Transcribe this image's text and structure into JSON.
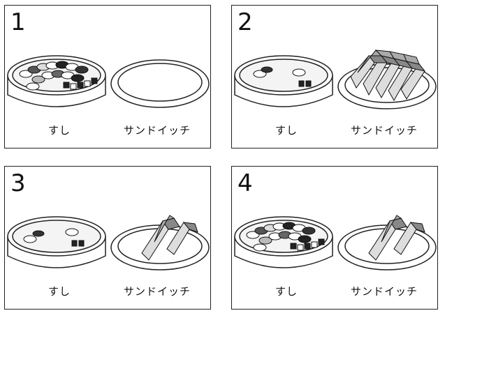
{
  "panels": [
    {
      "number": "1",
      "sushi_label": "すし",
      "sandwich_label": "サンドイッチ",
      "sushi_amount": "full",
      "sandwich_amount": "none"
    },
    {
      "number": "2",
      "sushi_label": "すし",
      "sandwich_label": "サンドイッチ",
      "sushi_amount": "few",
      "sandwich_amount": "many"
    },
    {
      "number": "3",
      "sushi_label": "すし",
      "sandwich_label": "サンドイッチ",
      "sushi_amount": "few",
      "sandwich_amount": "few"
    },
    {
      "number": "4",
      "sushi_label": "すし",
      "sandwich_label": "サンドイッチ",
      "sushi_amount": "full",
      "sandwich_amount": "few"
    }
  ]
}
